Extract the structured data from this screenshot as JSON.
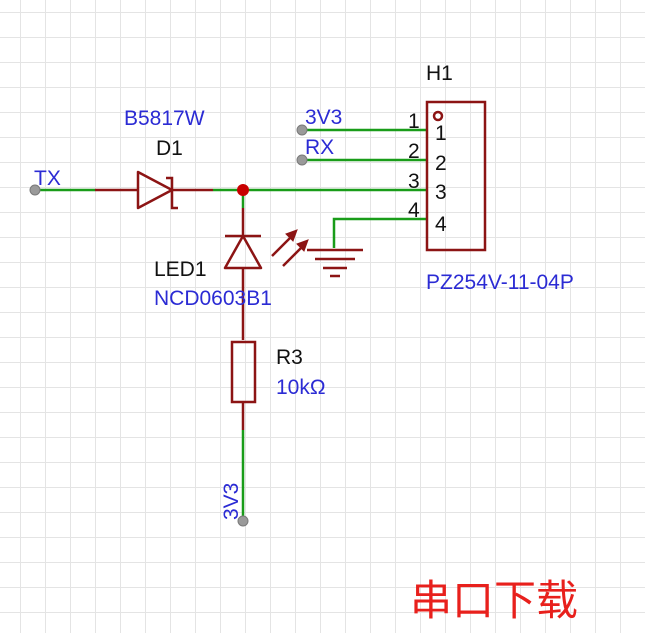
{
  "colors": {
    "wire": "#199c19",
    "component": "#8c1414",
    "net_label": "#2b2bd4",
    "designator": "#111111",
    "title": "#e8201c",
    "junction": "#c80000",
    "grid": "#e4e4e4"
  },
  "nets": {
    "tx": "TX",
    "rx": "RX",
    "vcc_top": "3V3",
    "vcc_bottom": "3V3"
  },
  "d1": {
    "designator": "D1",
    "value": "B5817W"
  },
  "led1": {
    "designator": "LED1",
    "value": "NCD0603B1"
  },
  "r3": {
    "designator": "R3",
    "value": "10kΩ"
  },
  "h1": {
    "designator": "H1",
    "value": "PZ254V-11-04P",
    "pins": [
      "1",
      "2",
      "3",
      "4"
    ]
  },
  "title": "串口下载"
}
